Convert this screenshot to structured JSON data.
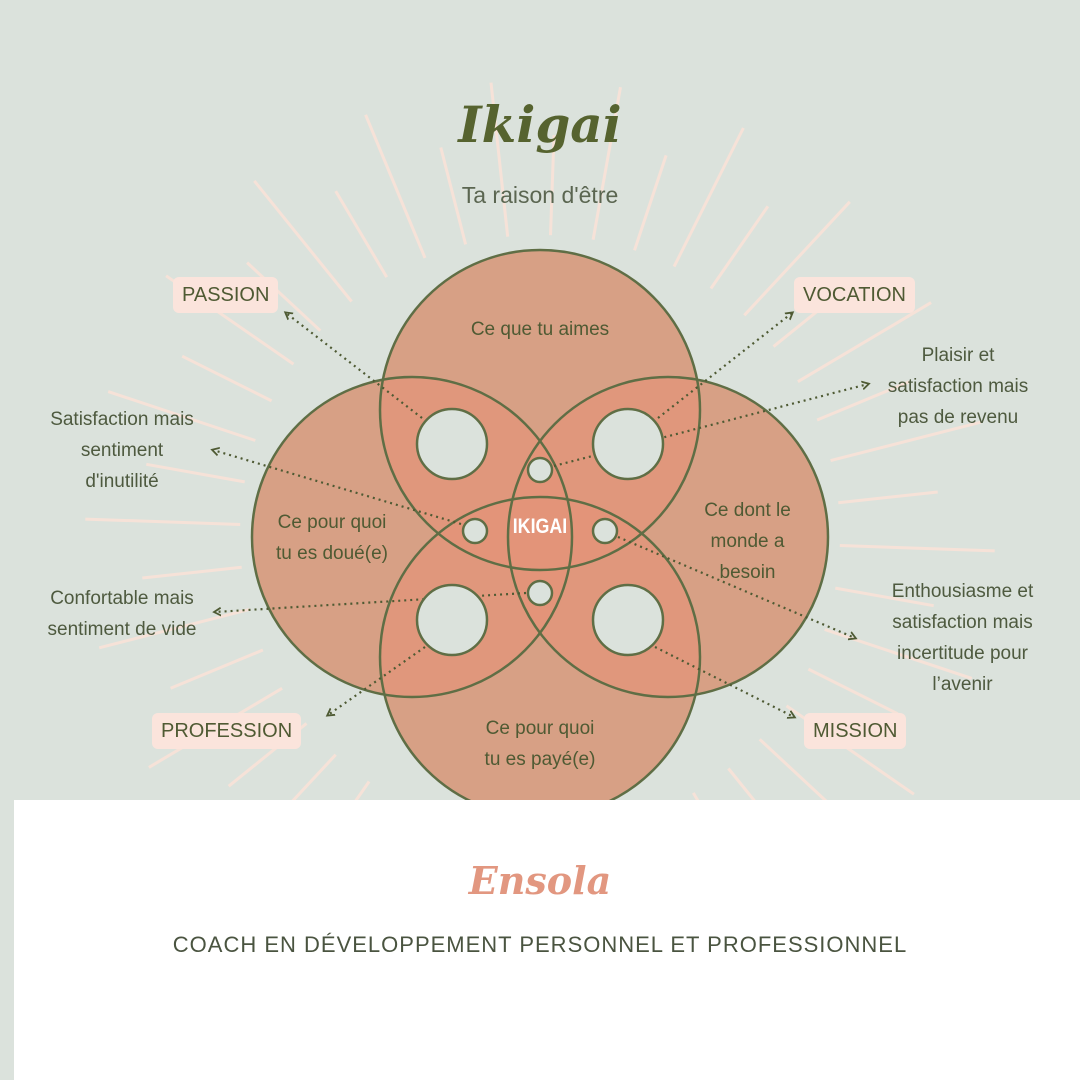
{
  "header": {
    "title": "Ikigai",
    "subtitle": "Ta raison d'être"
  },
  "categories": {
    "passion": "PASSION",
    "vocation": "VOCATION",
    "profession": "PROFESSION",
    "mission": "MISSION"
  },
  "circles": {
    "top": "Ce que tu aimes",
    "left": "Ce pour quoi\ntu es doué(e)",
    "right": "Ce dont le\nmonde a\nbesoin",
    "bottom": "Ce pour quoi\ntu es payé(e)"
  },
  "center_label": "IKIGAI",
  "annotations": {
    "top_left": "Satisfaction mais\nsentiment\nd'inutilité",
    "bottom_left": "Confortable mais\nsentiment de vide",
    "top_right": "Plaisir et\nsatisfaction mais\npas de revenu",
    "bottom_right": "Enthousiasme et\nsatisfaction mais\nincertitude pour\nl’avenir"
  },
  "footer": {
    "brand": "Ensola",
    "tagline": "COACH EN DÉVELOPPEMENT PERSONNEL ET PROFESSIONNEL"
  },
  "colors": {
    "background": "#dbe2dc",
    "circle_fill": "#d7a085",
    "overlap_fill": "#e3947a",
    "outline": "#5f6e45",
    "ray": "#f6e2d8",
    "label_bg": "#fbe4dc",
    "title": "#56632f",
    "brand": "#e29780"
  }
}
